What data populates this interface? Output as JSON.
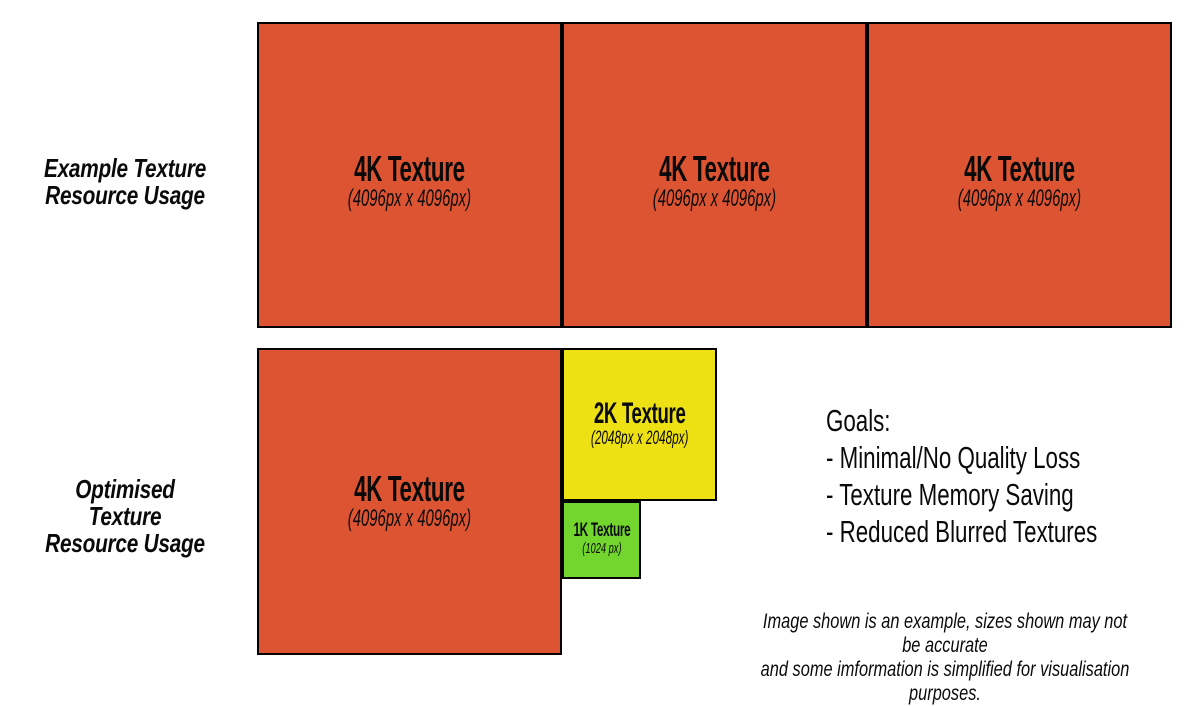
{
  "page": {
    "background": "#ffffff"
  },
  "colors": {
    "texture_4k_fill": "#DD5433",
    "texture_2k_fill": "#EDE013",
    "texture_1k_fill": "#72D62E",
    "box_border": "#000000",
    "text": "#0A0A0A"
  },
  "example_row": {
    "label": "Example Texture\nResource Usage",
    "boxes": [
      {
        "title": "4K Texture",
        "dimensions": "(4096px x 4096px)"
      },
      {
        "title": "4K Texture",
        "dimensions": "(4096px x 4096px)"
      },
      {
        "title": "4K Texture",
        "dimensions": "(4096px x 4096px)"
      }
    ]
  },
  "optimised_row": {
    "label": "Optimised Texture\nResource Usage",
    "boxes": [
      {
        "title": "4K Texture",
        "dimensions": "(4096px x 4096px)"
      },
      {
        "title": "2K Texture",
        "dimensions": "(2048px x 2048px)"
      },
      {
        "title": "1K Texture",
        "dimensions": "(1024 px)"
      }
    ]
  },
  "goals": {
    "heading": "Goals:",
    "items": [
      "- Minimal/No Quality Loss",
      "- Texture Memory Saving",
      "- Reduced Blurred Textures"
    ]
  },
  "disclaimer": "Image shown is an example, sizes shown may not be accurate\nand some imformation is simplified for visualisation purposes."
}
